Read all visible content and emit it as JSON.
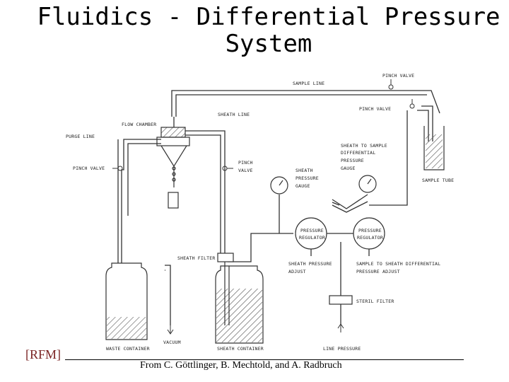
{
  "title": {
    "line1": "Fluidics - Differential Pressure",
    "line2": "System"
  },
  "labels": {
    "pinch_valve_top": "PINCH VALVE",
    "sample_line": "SAMPLE LINE",
    "pinch_valve_right": "PINCH VALVE",
    "flow_chamber": "FLOW CHAMBER",
    "sheath_line": "SHEATH LINE",
    "purge_line": "PURGE LINE",
    "pinch_valve_left": "PINCH VALVE",
    "pinch_valve_center_1": "PINCH",
    "pinch_valve_center_2": "VALVE",
    "sheath_to_sample_1": "SHEATH TO SAMPLE",
    "sheath_to_sample_2": "DIFFERENTIAL",
    "sheath_to_sample_3": "PRESSURE",
    "sheath_to_sample_4": "GAUGE",
    "sheath_pressure_gauge_1": "SHEATH",
    "sheath_pressure_gauge_2": "PRESSURE",
    "sheath_pressure_gauge_3": "GAUGE",
    "sample_tube": "SAMPLE TUBE",
    "pressure_regulator_left_1": "PRESSURE",
    "pressure_regulator_left_2": "REGULATOR",
    "pressure_regulator_right_1": "PRESSURE",
    "pressure_regulator_right_2": "REGULATOR",
    "sheath_filter": "SHEATH FILTER",
    "sheath_pressure_adjust_1": "SHEATH PRESSURE",
    "sheath_pressure_adjust_2": "ADJUST",
    "sample_to_sheath_1": "SAMPLE TO SHEATH DIFFERENTIAL",
    "sample_to_sheath_2": "PRESSURE ADJUST",
    "steril_filter": "STERIL FILTER",
    "waste_container": "WASTE CONTAINER",
    "vacuum": "VACUUM",
    "sheath_container": "SHEATH CONTAINER",
    "line_pressure": "LINE PRESSURE"
  },
  "footer": {
    "tag": "[RFM]",
    "credit": "From C. Göttlinger, B. Mechtold, and A. Radbruch"
  }
}
